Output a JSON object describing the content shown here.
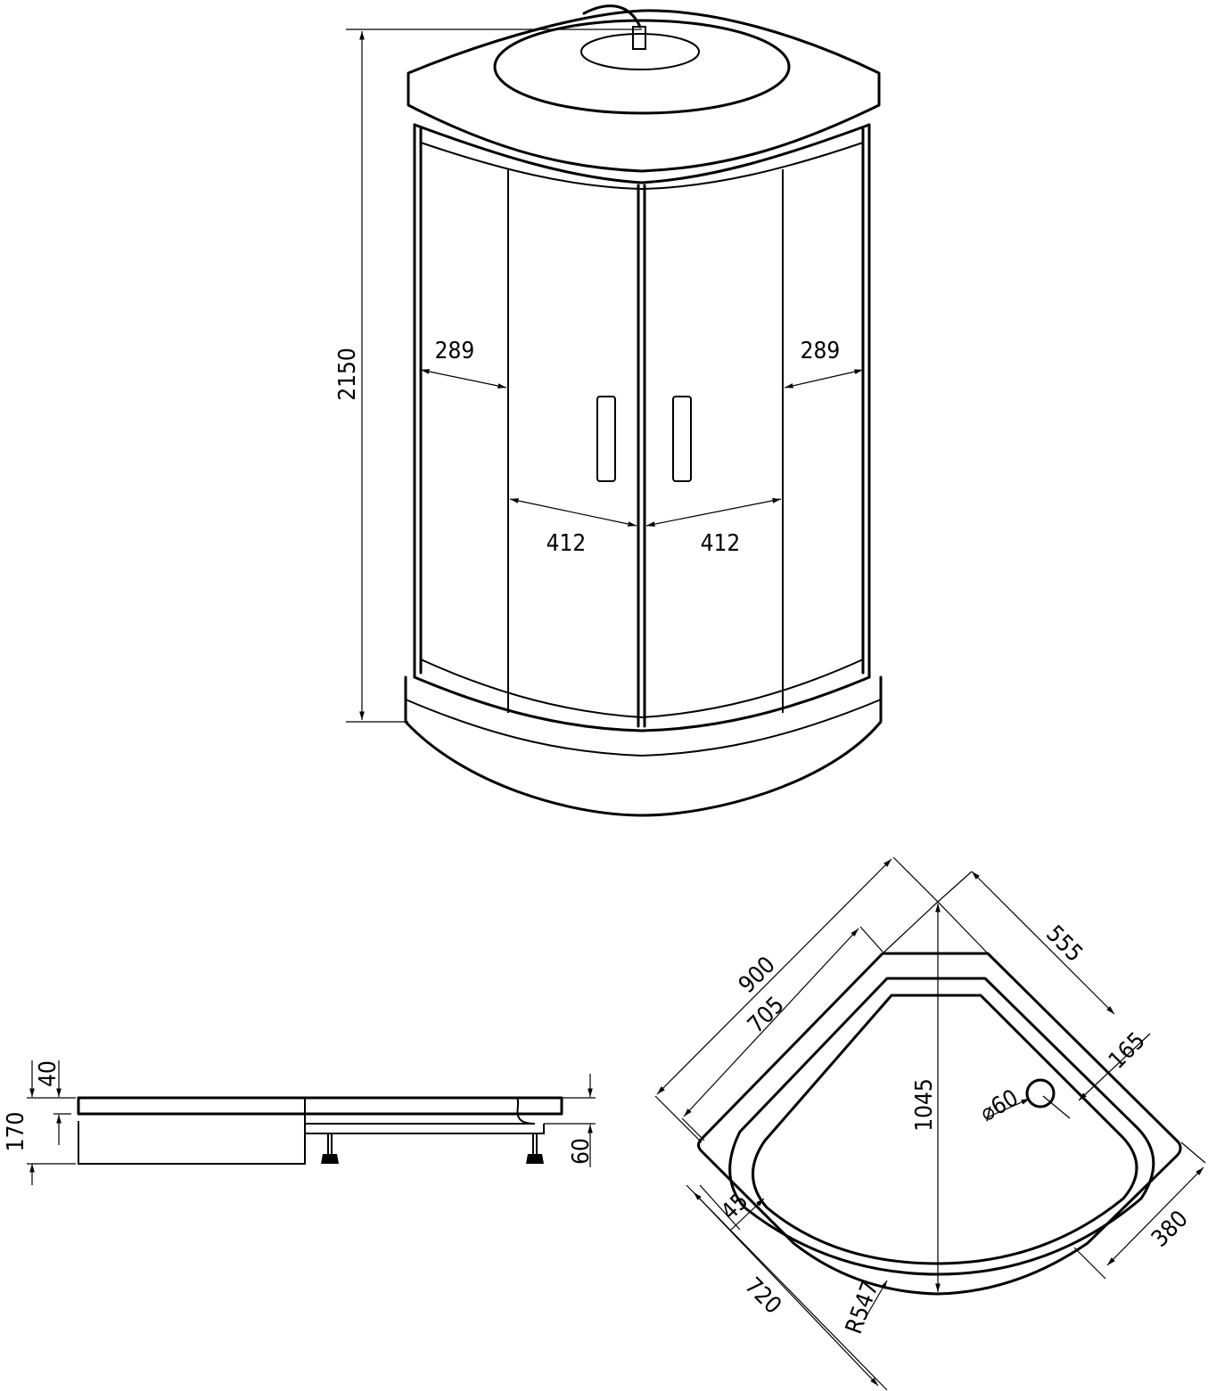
{
  "front_view": {
    "height": "2150",
    "side_left": "289",
    "side_right": "289",
    "door_left": "412",
    "door_right": "412"
  },
  "side_view": {
    "rim": "40",
    "total": "170",
    "legs": "60"
  },
  "plan_view": {
    "side": "900",
    "inner_side": "705",
    "drain_offset": "555",
    "drain_edge": "165",
    "diagonal": "1045",
    "drain_diameter": "⌀60",
    "border": "45",
    "front_width": "720",
    "radius": "R547",
    "front_depth": "380"
  },
  "colors": {
    "line": "#000000",
    "background": "#ffffff"
  }
}
